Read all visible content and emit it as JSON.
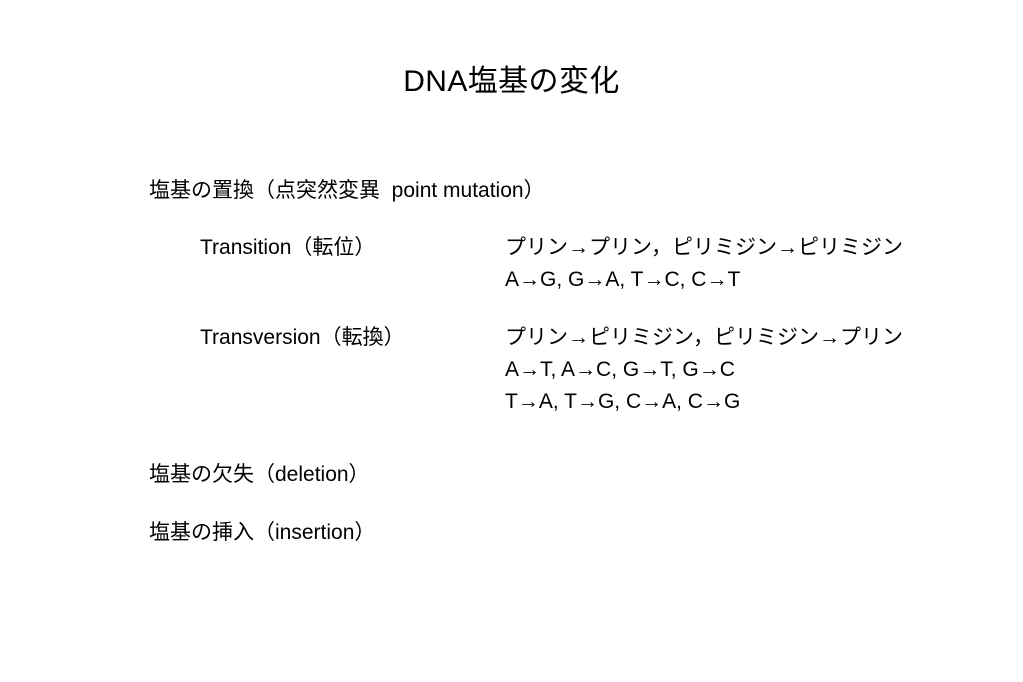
{
  "slide": {
    "title": "DNA塩基の変化",
    "background_color": "#ffffff",
    "text_color": "#000000",
    "sections": {
      "substitution_heading": "塩基の置換（点突然変異  point mutation）",
      "rows": [
        {
          "label": "Transition（転位）",
          "lines": [
            "プリン→プリン，ピリミジン→ピリミジン",
            "A→G, G→A, T→C, C→T"
          ]
        },
        {
          "label": "Transversion（転換）",
          "lines": [
            "プリン→ピリミジン，ピリミジン→プリン",
            "A→T, A→C, G→T, G→C",
            "T→A, T→G, C→A, C→G"
          ]
        }
      ],
      "deletion_heading": "塩基の欠失（deletion）",
      "insertion_heading": "塩基の挿入（insertion）"
    }
  }
}
